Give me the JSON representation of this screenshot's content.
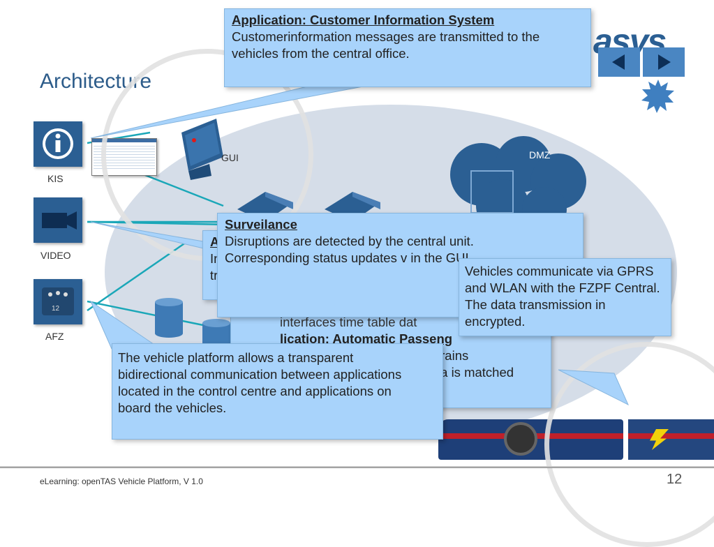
{
  "slide": {
    "title": "Architecture",
    "logo_text": "asys",
    "footer": "eLearning: openTAS Vehicle Platform, V 1.0",
    "page_number": "12"
  },
  "nav": {
    "prev_icon": "triangle-left-icon",
    "next_icon": "triangle-right-icon"
  },
  "systems": [
    {
      "label": "KIS",
      "icon": "info-icon"
    },
    {
      "label": "VIDEO",
      "icon": "video-camera-icon"
    },
    {
      "label": "AFZ",
      "icon": "passenger-counter-icon",
      "badge": "12"
    }
  ],
  "diagram": {
    "gui_label": "GUI",
    "dmz_label": "DMZ"
  },
  "callouts": {
    "kis": {
      "heading": "Application: Customer Information System",
      "body": "Customerinformation messages are transmitted to the vehicles from the central office."
    },
    "surveillance": {
      "heading": "Surveilance",
      "body": "Disruptions are detected by the central unit. Corresponding status updates v in the GUI."
    },
    "hidden_video": {
      "heading": "A",
      "lines": [
        "In",
        "tr"
      ]
    },
    "afz_hidden": {
      "heading": "lication: Automatic Passeng",
      "lines": [
        "trains",
        "ta is matched"
      ],
      "partial": "interfaces time table dat"
    },
    "vehicle_comm": "Vehicles communicate via GPRS and WLAN with the FZPF Central. The data transmission in encrypted.",
    "platform": "The vehicle platform allows a transparent bidirectional communication between applications located in the control centre and applications on board the vehicles."
  },
  "colors": {
    "accent": "#2b5f93",
    "callout": "#a8d3fb",
    "title": "#2d5c8a",
    "line": "#1aa7b8"
  }
}
